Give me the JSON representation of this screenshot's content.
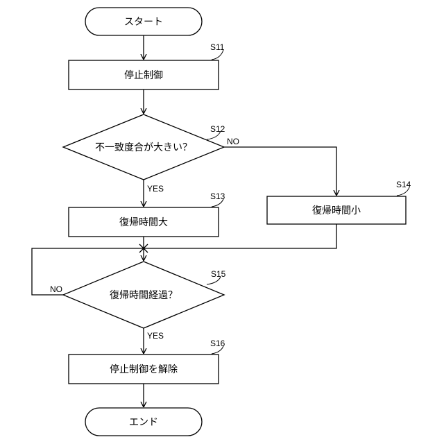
{
  "diagram": {
    "start": {
      "label": "スタート"
    },
    "end": {
      "label": "エンド"
    },
    "steps": [
      {
        "ref": "S11",
        "label": "停止制御"
      },
      {
        "ref": "S12",
        "label": "不一致度合が大きい？"
      },
      {
        "ref": "S13",
        "label": "復帰時間大"
      },
      {
        "ref": "S14",
        "label": "復帰時間小"
      },
      {
        "ref": "S15",
        "label": "復帰時間経過？"
      },
      {
        "ref": "S16",
        "label": "停止制御を解除"
      }
    ],
    "branches": {
      "s12_yes": "YES",
      "s12_no": "NO",
      "s15_yes": "YES",
      "s15_no": "NO"
    }
  }
}
